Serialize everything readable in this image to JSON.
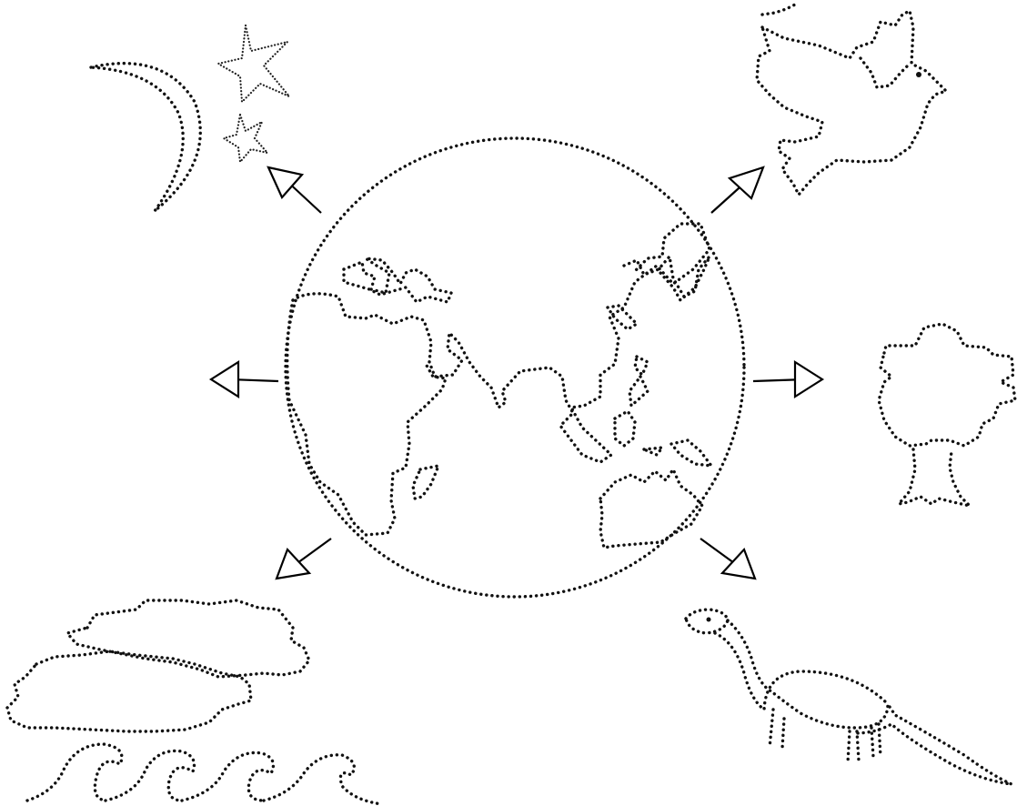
{
  "diagram": {
    "center": {
      "icon": "globe-icon"
    },
    "nodes": [
      {
        "key": "night-sky",
        "icon": "moon-and-stars-icon"
      },
      {
        "key": "bird",
        "icon": "dove-icon"
      },
      {
        "key": "tree",
        "icon": "tree-icon"
      },
      {
        "key": "dinosaur",
        "icon": "dinosaur-icon"
      },
      {
        "key": "clouds-waves",
        "icon": "clouds-and-waves-icon"
      },
      {
        "key": "left-empty",
        "icon": "empty-target"
      }
    ],
    "arrow_count": 6,
    "style": "dotted tracing outlines"
  }
}
